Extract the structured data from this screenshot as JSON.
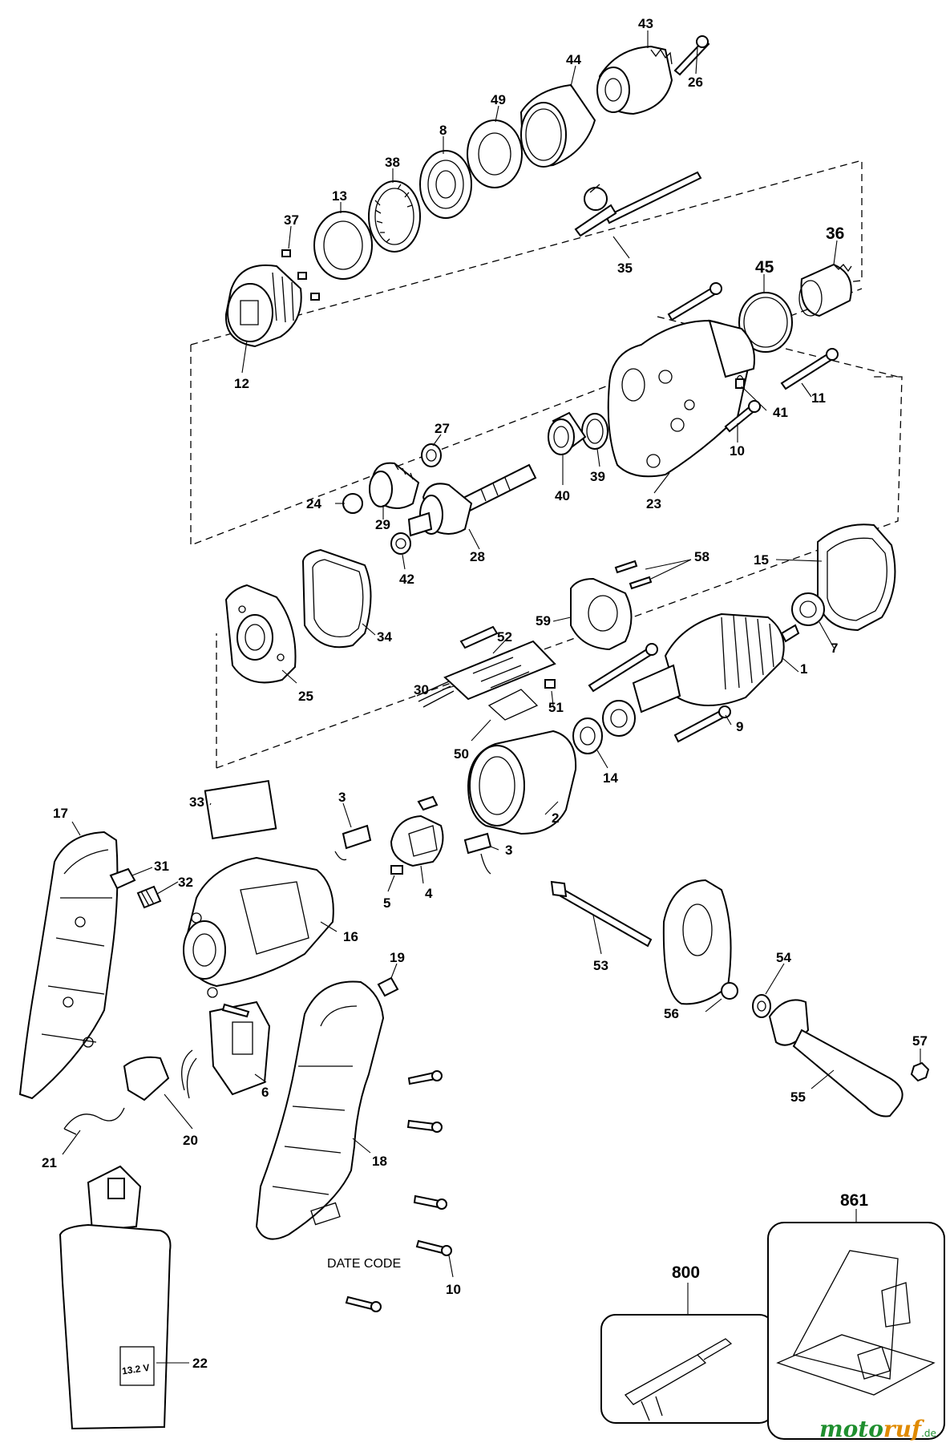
{
  "diagram": {
    "callouts": [
      {
        "id": "p43",
        "text": "43"
      },
      {
        "id": "p26",
        "text": "26"
      },
      {
        "id": "p44",
        "text": "44"
      },
      {
        "id": "p49",
        "text": "49"
      },
      {
        "id": "p8",
        "text": "8"
      },
      {
        "id": "p38",
        "text": "38"
      },
      {
        "id": "p13",
        "text": "13"
      },
      {
        "id": "p37",
        "text": "37"
      },
      {
        "id": "p12",
        "text": "12"
      },
      {
        "id": "p35",
        "text": "35"
      },
      {
        "id": "p36",
        "text": "36"
      },
      {
        "id": "p45",
        "text": "45"
      },
      {
        "id": "p11",
        "text": "11"
      },
      {
        "id": "p41",
        "text": "41"
      },
      {
        "id": "p10a",
        "text": "10"
      },
      {
        "id": "p27",
        "text": "27"
      },
      {
        "id": "p24",
        "text": "24"
      },
      {
        "id": "p29",
        "text": "29"
      },
      {
        "id": "p28",
        "text": "28"
      },
      {
        "id": "p42",
        "text": "42"
      },
      {
        "id": "p40",
        "text": "40"
      },
      {
        "id": "p39",
        "text": "39"
      },
      {
        "id": "p23",
        "text": "23"
      },
      {
        "id": "p58",
        "text": "58"
      },
      {
        "id": "p15",
        "text": "15"
      },
      {
        "id": "p59",
        "text": "59"
      },
      {
        "id": "p7",
        "text": "7"
      },
      {
        "id": "p1",
        "text": "1"
      },
      {
        "id": "p34",
        "text": "34"
      },
      {
        "id": "p25",
        "text": "25"
      },
      {
        "id": "p52",
        "text": "52"
      },
      {
        "id": "p30",
        "text": "30"
      },
      {
        "id": "p51",
        "text": "51"
      },
      {
        "id": "p50",
        "text": "50"
      },
      {
        "id": "p9",
        "text": "9"
      },
      {
        "id": "p14",
        "text": "14"
      },
      {
        "id": "p2",
        "text": "2"
      },
      {
        "id": "p33",
        "text": "33"
      },
      {
        "id": "p3a",
        "text": "3"
      },
      {
        "id": "p3b",
        "text": "3"
      },
      {
        "id": "p5",
        "text": "5"
      },
      {
        "id": "p4",
        "text": "4"
      },
      {
        "id": "p17",
        "text": "17"
      },
      {
        "id": "p31",
        "text": "31"
      },
      {
        "id": "p32",
        "text": "32"
      },
      {
        "id": "p16",
        "text": "16"
      },
      {
        "id": "p19",
        "text": "19"
      },
      {
        "id": "p53",
        "text": "53"
      },
      {
        "id": "p54",
        "text": "54"
      },
      {
        "id": "p56",
        "text": "56"
      },
      {
        "id": "p57",
        "text": "57"
      },
      {
        "id": "p55",
        "text": "55"
      },
      {
        "id": "p6",
        "text": "6"
      },
      {
        "id": "p18",
        "text": "18"
      },
      {
        "id": "p20",
        "text": "20"
      },
      {
        "id": "p21",
        "text": "21"
      },
      {
        "id": "p10b",
        "text": "10"
      },
      {
        "id": "p22",
        "text": "22"
      },
      {
        "id": "p800",
        "text": "800"
      },
      {
        "id": "p861",
        "text": "861"
      }
    ],
    "date_code_label": "DATE CODE",
    "battery_marking": "13.2 V",
    "watermark": {
      "part1": "moto",
      "part2": "ruf",
      "tld": ".de"
    }
  },
  "colors": {
    "ink": "#000000",
    "paper": "#ffffff",
    "watermark_green": "#1f8f2f",
    "watermark_orange": "#e08a00"
  }
}
